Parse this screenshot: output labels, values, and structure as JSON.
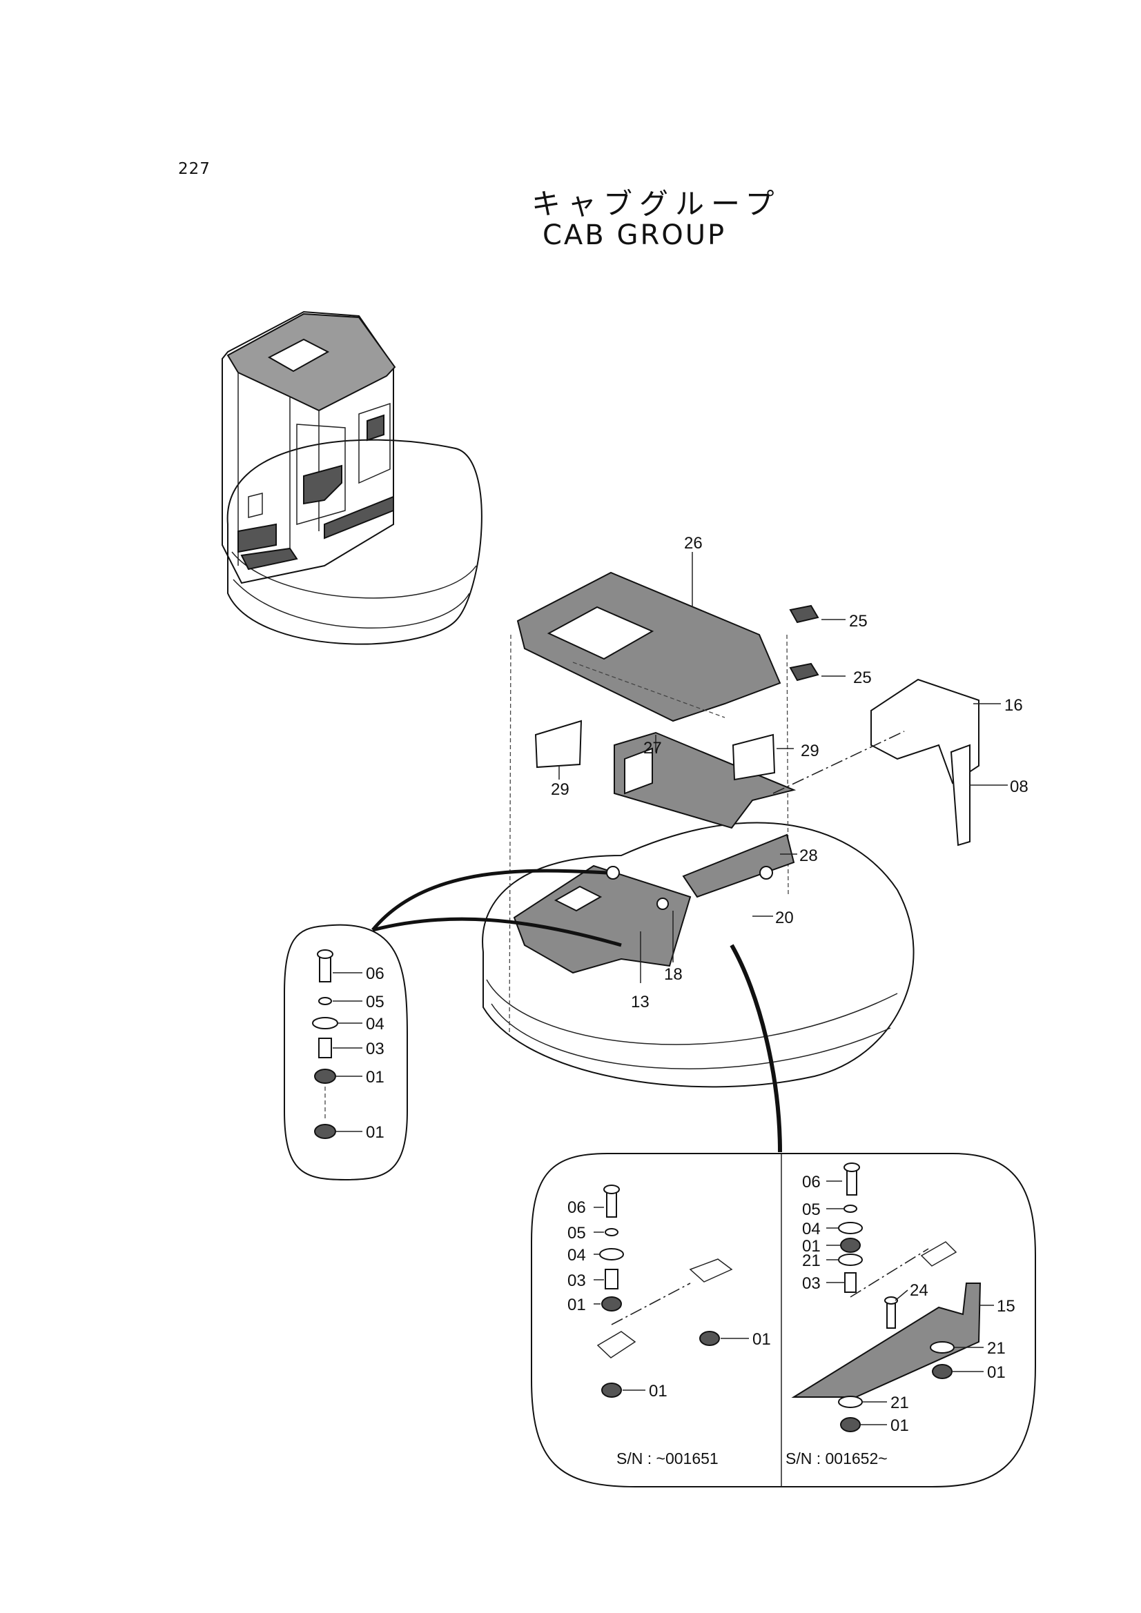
{
  "page": {
    "number": "227"
  },
  "title": {
    "ja": "キャブグループ",
    "en": "CAB  GROUP"
  },
  "callouts": {
    "c26": "26",
    "c25a": "25",
    "c25b": "25",
    "c16": "16",
    "c29a": "29",
    "c29b": "29",
    "c08": "08",
    "c27": "27",
    "c28": "28",
    "c20": "20",
    "c18": "18",
    "c13": "13"
  },
  "left_detail": {
    "items": [
      "06",
      "05",
      "04",
      "03",
      "01",
      "01"
    ]
  },
  "bottom_detail_left": {
    "items": [
      "06",
      "05",
      "04",
      "03",
      "01",
      "01",
      "01"
    ],
    "serial": "S/N : ~001651"
  },
  "bottom_detail_right": {
    "items": [
      "06",
      "05",
      "04",
      "01",
      "21",
      "03",
      "24",
      "15",
      "21",
      "01",
      "21",
      "01"
    ],
    "serial": "S/N : 001652~"
  }
}
